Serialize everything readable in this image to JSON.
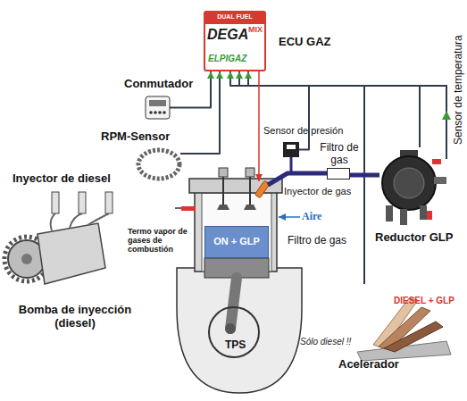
{
  "diagram": {
    "nodes": [
      {
        "text": [
          "ECU GAZ",
          "DUAL FUEL",
          "DEGA",
          "MIX",
          "ELPIGAZ"
        ]
      },
      {
        "text": [
          "Conmutador"
        ]
      },
      {
        "text": [
          "RPM-Sensor"
        ]
      },
      {
        "text": [
          "Sensor de presión"
        ]
      },
      {
        "text": [
          "Filtro de gas"
        ]
      },
      {
        "text": [
          "Inyector de gas"
        ]
      },
      {
        "text": [
          "Reductor GLP"
        ]
      },
      {
        "text": [
          "ON + GLP"
        ]
      },
      {
        "text": [
          "Acelerador"
        ]
      }
    ],
    "edges": [
      {
        "from": 1,
        "to": 0,
        "arrow": "to"
      },
      {
        "from": 2,
        "to": 0,
        "arrow": "to"
      },
      {
        "from": 3,
        "to": 0,
        "arrow": "to"
      },
      {
        "from": 6,
        "to": 0,
        "arrow": "to"
      },
      {
        "from": 8,
        "to": 0,
        "arrow": "to"
      },
      {
        "from": 0,
        "to": 5,
        "arrow": "to"
      },
      {
        "from": 6,
        "to": 4,
        "arrow": "none"
      },
      {
        "from": 4,
        "to": 5,
        "arrow": "none"
      }
    ],
    "labels": [
      "Sensor de temperatura",
      "Inyector de diesel",
      "Termo vapor de gases de combustión",
      "Aire",
      "Filtro de gas",
      "Bomba de inyección (diesel)",
      "TPS",
      "DIESEL + GLP",
      "Sólo diesel !!"
    ]
  }
}
